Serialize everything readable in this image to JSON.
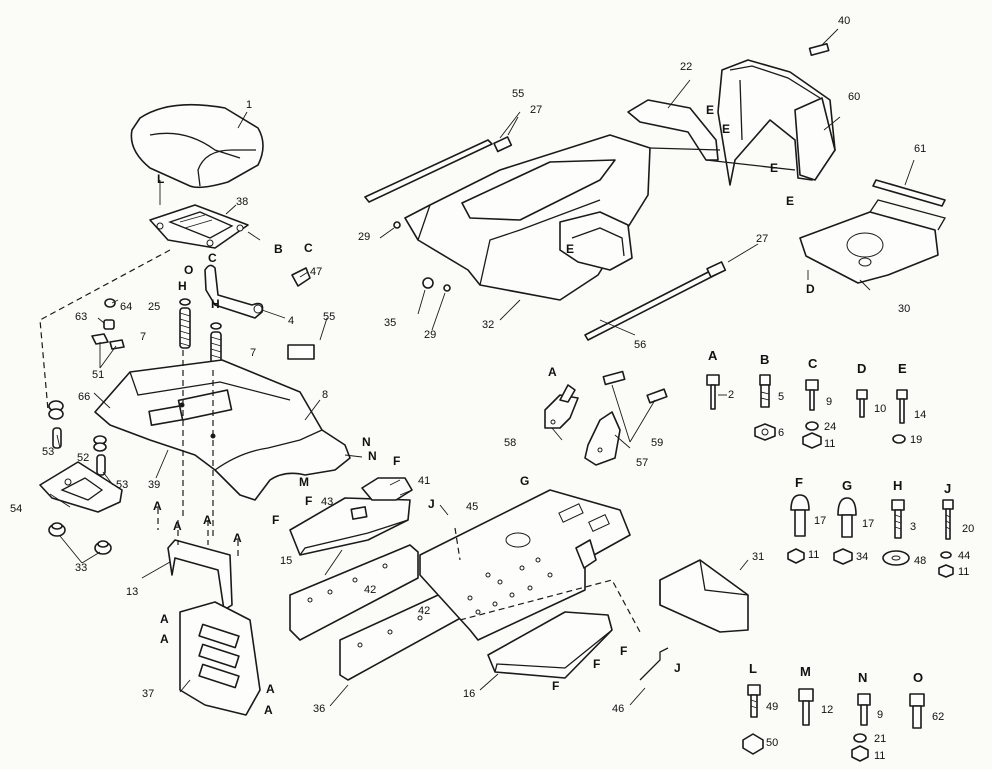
{
  "callouts": {
    "c1": "1",
    "c38": "38",
    "cL": "L",
    "cB": "B",
    "cC1": "C",
    "cO": "O",
    "c47": "47",
    "cC2": "C",
    "cH1": "H",
    "cH2": "H",
    "c25": "25",
    "c64": "64",
    "c63": "63",
    "c4": "4",
    "c7a": "7",
    "c7b": "7",
    "c51": "51",
    "c55a": "55",
    "c66": "66",
    "c8": "8",
    "cN1": "N",
    "cN2": "N",
    "c53a": "53",
    "c52": "52",
    "c53b": "53",
    "c39": "39",
    "cM": "M",
    "cF1": "F",
    "c41": "41",
    "c54": "54",
    "cF2": "F",
    "c43": "43",
    "cF3": "F",
    "c45": "45",
    "cJ1": "J",
    "cG": "G",
    "c15": "15",
    "c42a": "42",
    "c42b": "42",
    "c33": "33",
    "cA1": "A",
    "cA2": "A",
    "cA3": "A",
    "cA4": "A",
    "c13": "13",
    "cA5": "A",
    "cA6": "A",
    "c37": "37",
    "cA7": "A",
    "cA8": "A",
    "c36": "36",
    "c16": "16",
    "cF4": "F",
    "cF5": "F",
    "cF6": "F",
    "cJ2": "J",
    "c46": "46",
    "c31": "31",
    "c22": "22",
    "c55b": "55",
    "c27a": "27",
    "c40": "40",
    "c60": "60",
    "cE1": "E",
    "cE2": "E",
    "cE3": "E",
    "cE4": "E",
    "cE5": "E",
    "c61": "61",
    "c29a": "29",
    "c27b": "27",
    "c35": "35",
    "c29b": "29",
    "c32": "32",
    "c56": "56",
    "cD": "D",
    "c30": "30",
    "cA9": "A",
    "c58": "58",
    "c59": "59",
    "c57": "57"
  },
  "hardware": {
    "A": {
      "letter": "A",
      "parts": [
        "2"
      ]
    },
    "B": {
      "letter": "B",
      "parts": [
        "5",
        "6"
      ]
    },
    "C": {
      "letter": "C",
      "parts": [
        "9",
        "24",
        "11"
      ]
    },
    "D": {
      "letter": "D",
      "parts": [
        "10"
      ]
    },
    "E": {
      "letter": "E",
      "parts": [
        "14",
        "19"
      ]
    },
    "F": {
      "letter": "F",
      "parts": [
        "17",
        "11"
      ]
    },
    "G": {
      "letter": "G",
      "parts": [
        "17",
        "34"
      ]
    },
    "H": {
      "letter": "H",
      "parts": [
        "3",
        "48"
      ]
    },
    "J": {
      "letter": "J",
      "parts": [
        "20",
        "44",
        "11"
      ]
    },
    "L": {
      "letter": "L",
      "parts": [
        "49",
        "50"
      ]
    },
    "M": {
      "letter": "M",
      "parts": [
        "12"
      ]
    },
    "N": {
      "letter": "N",
      "parts": [
        "9",
        "21",
        "11"
      ]
    },
    "O": {
      "letter": "O",
      "parts": [
        "62"
      ]
    }
  }
}
